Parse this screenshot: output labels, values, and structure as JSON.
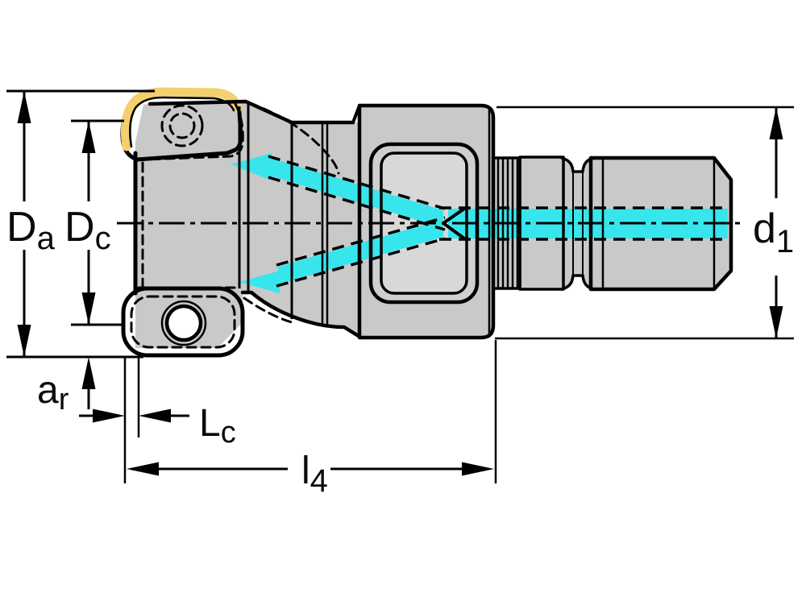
{
  "labels": {
    "da": {
      "main": "D",
      "sub": "a"
    },
    "dc": {
      "main": "D",
      "sub": "c"
    },
    "d1": {
      "main": "d",
      "sub": "1"
    },
    "ar": {
      "main": "a",
      "sub": "r"
    },
    "lc": {
      "main": "L",
      "sub": "c"
    },
    "l4": {
      "main": "l",
      "sub": "4"
    }
  },
  "colors": {
    "background": "#ffffff",
    "body_grey": "#c9c9c9",
    "body_grey_mid": "#cfcfcf",
    "body_grey_light": "#d8d8d8",
    "insert_gold": "#ecc45e",
    "insert_gold_band": "#f2d06e",
    "coolant_cyan": "#36e6ec",
    "line_black": "#000000"
  }
}
